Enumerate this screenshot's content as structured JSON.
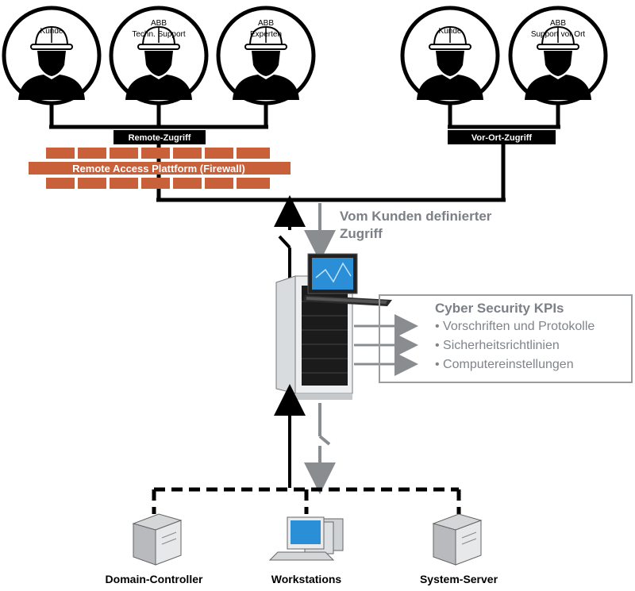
{
  "people": [
    {
      "role": "Kunde",
      "org": ""
    },
    {
      "role": "Techn. Support",
      "org": "ABB"
    },
    {
      "role": "Experten",
      "org": "ABB"
    },
    {
      "role": "Kunde",
      "org": ""
    },
    {
      "role": "Support vor Ort",
      "org": "ABB"
    }
  ],
  "labels": {
    "remote_access": "Remote-Zugriff",
    "onsite_access": "Vor-Ort-Zugriff",
    "firewall": "Remote Access Plattform (Firewall)",
    "customer_access_line1": "Vom Kunden definierter",
    "customer_access_line2": "Zugriff"
  },
  "kpis": {
    "title": "Cyber Security KPIs",
    "items": [
      "• Vorschriften und Protokolle",
      "• Sicherheitsrichtlinien",
      "• Computereinstellungen"
    ]
  },
  "devices": {
    "domain_controller": "Domain-Controller",
    "workstations": "Workstations",
    "system_server": "System-Server"
  },
  "colors": {
    "brick": "#c8603a",
    "line": "#000000",
    "arrow_gray": "#8a8d90"
  }
}
